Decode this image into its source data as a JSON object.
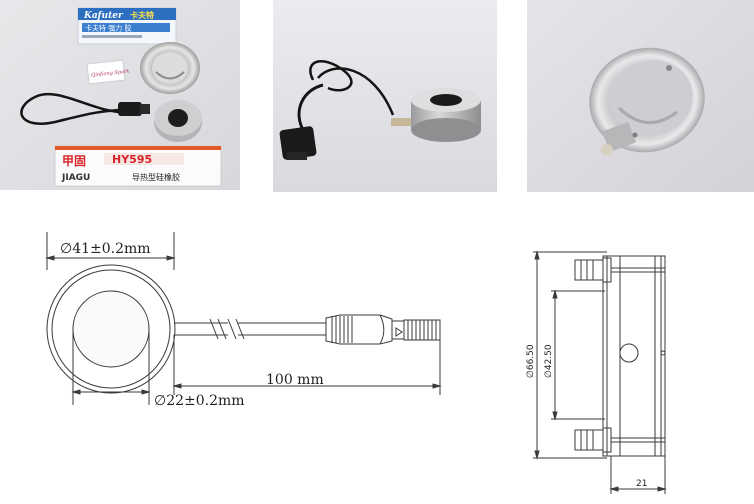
{
  "photos": {
    "kit": {
      "box_top_brand": "Kafuter",
      "box_top_cn": "卡夫特",
      "box_top_sub": "卡夫特 强力 胶",
      "box_bottom_logo_cn": "甲固",
      "box_bottom_logo_en": "JIAGU",
      "box_bottom_model": "HY595",
      "box_bottom_desc": "导热型硅橡胶",
      "tag_text": "Qinfiong Spark"
    }
  },
  "front_drawing": {
    "outer_dim": "∅41±0.2mm",
    "inner_dim": "∅22±0.2mm",
    "cable_length": "100 mm"
  },
  "side_drawing": {
    "dim_outer": "∅66.50",
    "dim_inner": "∅42.50",
    "dim_width": "21"
  },
  "colors": {
    "line": "#3a3a3a",
    "photo_bg": "#e4e2e6"
  }
}
